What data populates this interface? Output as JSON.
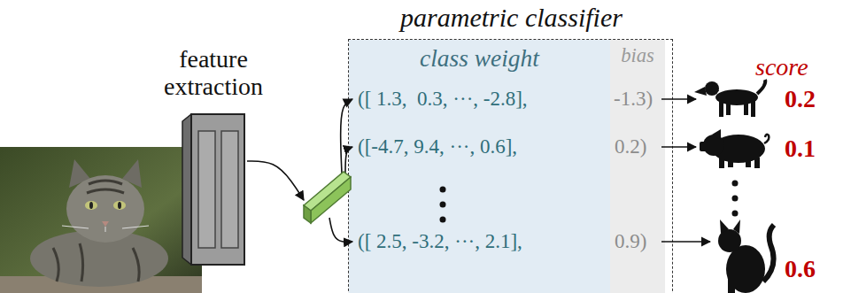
{
  "diagram": {
    "nodes": [
      {
        "text": [
          "feature extraction"
        ]
      },
      {
        "text": [
          "parametric classifier"
        ]
      },
      {
        "text": [
          "class weight"
        ],
        "in": 1
      },
      {
        "text": [
          "bias"
        ],
        "in": 1
      }
    ],
    "labels": [
      "([ 1.3,  0.3, ···, -2.8],",
      "-1.3)",
      "([-4.7, 9.4, ···, 0.6],",
      "0.2)",
      "([ 2.5, -3.2, ···, 2.1],",
      "0.9)",
      "score",
      "0.2",
      "0.1",
      "0.6"
    ]
  }
}
